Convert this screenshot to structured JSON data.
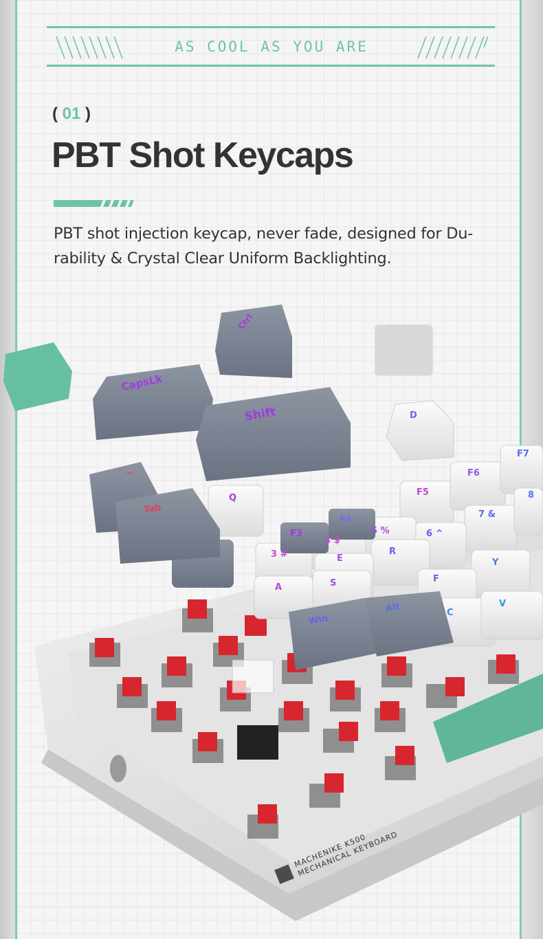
{
  "header": {
    "tagline": "AS COOL AS YOU ARE"
  },
  "section": {
    "index_open": "(",
    "index_number": "01",
    "index_close": ")",
    "title": "PBT Shot Keycaps",
    "description": "PBT shot injection keycap, never fade, designed for Du-rability & Crystal Clear Uniform Backlighting."
  },
  "keycaps": {
    "capslk": "CapsLk",
    "ctrl": "Ctrl",
    "shift": "Shift",
    "tab": "Tab",
    "tilde": "` ~",
    "q": "Q",
    "d_float": "D",
    "f3": "F3",
    "f4": "F4",
    "f5": "F5",
    "f6": "F6",
    "f7": "F7",
    "k3": "3 #",
    "k4": "4 $",
    "k5": "5 %",
    "k6": "6 ^",
    "k7": "7 &",
    "k8": "8",
    "a": "A",
    "s": "S",
    "e": "E",
    "r": "R",
    "f": "F",
    "y": "Y",
    "c": "C",
    "v": "V",
    "win": "Win",
    "alt": "Alt"
  },
  "product": {
    "brand_line1": "MACHENIKE K500",
    "brand_line2": "MECHANICAL KEYBOARD"
  },
  "colors": {
    "accent": "#6cc4a4",
    "keycap_gray": "#7c8595",
    "keycap_white": "#f2f2f2",
    "switch_red": "#d7262e",
    "legend_purple": "#a23be0"
  }
}
